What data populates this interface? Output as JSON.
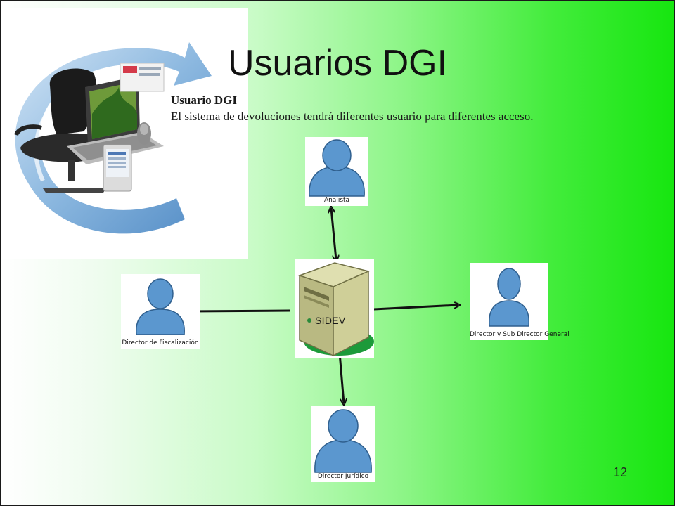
{
  "slide": {
    "title": "Usuarios DGI",
    "heading": "Usuario DGI",
    "body": "El sistema de devoluciones tendrá diferentes usuario para diferentes acceso.",
    "page_number": "12"
  },
  "server": {
    "label": "SIDEV",
    "icon": "server-tower-icon"
  },
  "users": [
    {
      "key": "analista",
      "label": "Analista",
      "icon": "user-icon"
    },
    {
      "key": "fiscalizacion",
      "label": "Director de Fiscalización",
      "icon": "user-icon"
    },
    {
      "key": "general",
      "label": "Director y Sub Director General",
      "icon": "user-icon"
    },
    {
      "key": "juridico",
      "label": "Director Jurídico",
      "icon": "user-icon"
    }
  ],
  "colors": {
    "user_fill": "#5b97cf",
    "user_stroke": "#2f5f8e",
    "server_body": "#c9c98f",
    "server_dark": "#6f6f44",
    "arrow": "#111111",
    "gradient_end": "#16e60f"
  }
}
